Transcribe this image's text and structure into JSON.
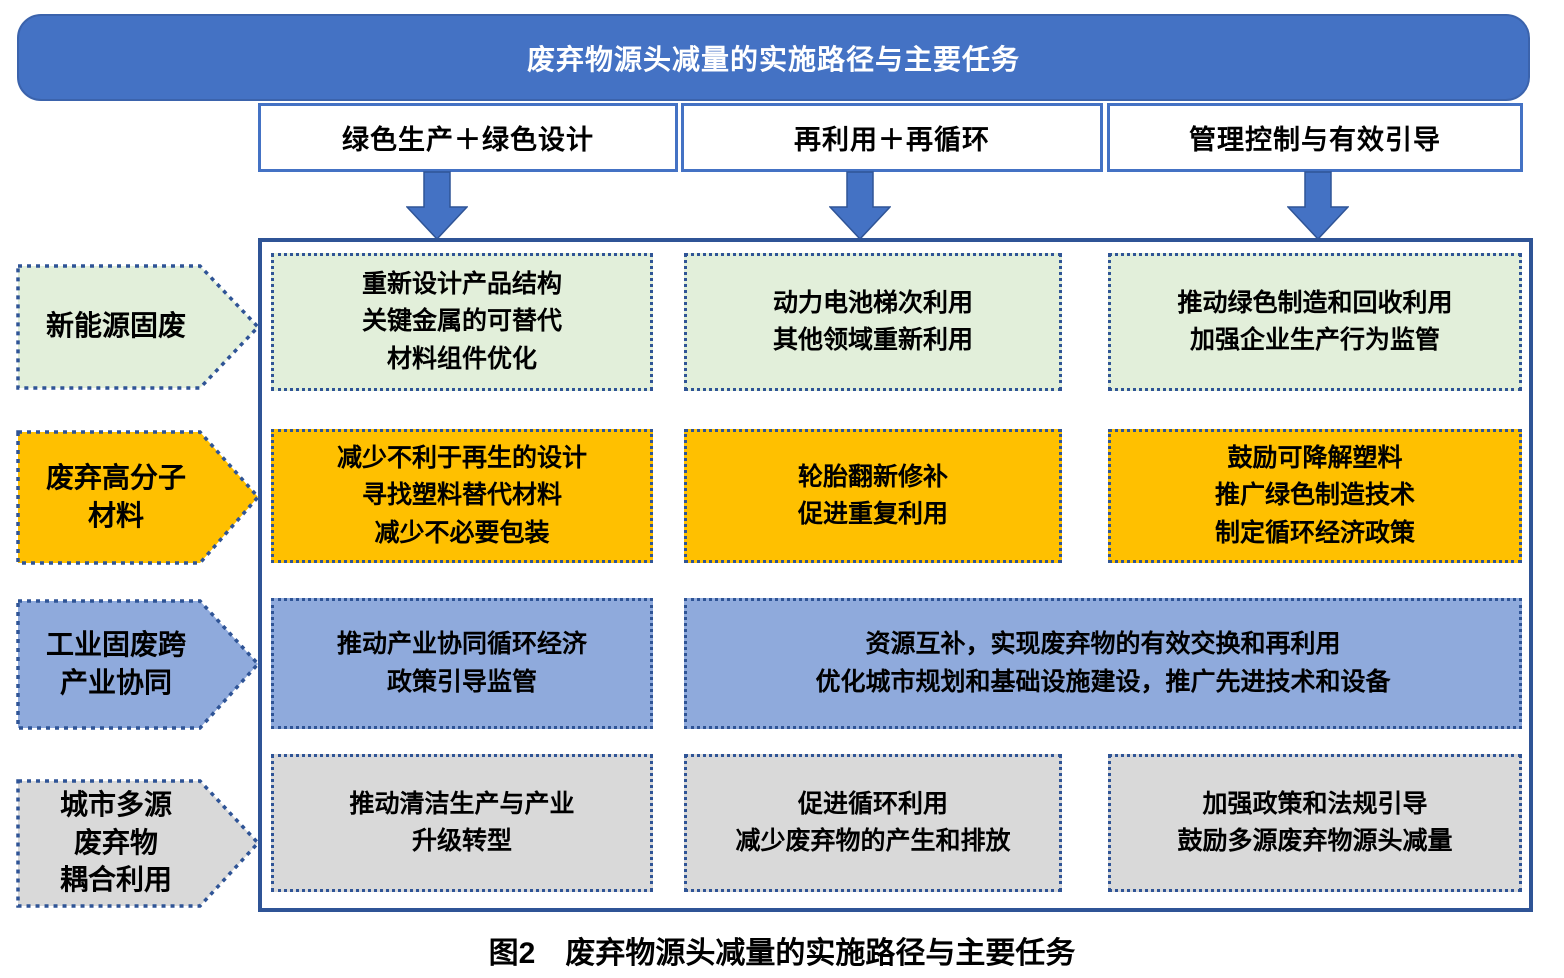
{
  "banner": {
    "title": "废弃物源头减量的实施路径与主要任务"
  },
  "path_headers": [
    {
      "label": "绿色生产＋绿色设计"
    },
    {
      "label": "再利用＋再循环"
    },
    {
      "label": "管理控制与有效引导"
    }
  ],
  "categories": [
    {
      "label": "新能源固废",
      "color": "#e2efda"
    },
    {
      "label": "废弃高分子\n材料",
      "color": "#ffc000"
    },
    {
      "label": "工业固废跨\n产业协同",
      "color": "#8faadc"
    },
    {
      "label": "城市多源\n废弃物\n耦合利用",
      "color": "#d9d9d9"
    }
  ],
  "grid": {
    "rows": [
      {
        "category": "新能源固废",
        "cells": [
          {
            "text": "重新设计产品结构\n关键金属的可替代\n材料组件优化"
          },
          {
            "text": "动力电池梯次利用\n其他领域重新利用"
          },
          {
            "text": "推动绿色制造和回收利用\n加强企业生产行为监管"
          }
        ]
      },
      {
        "category": "废弃高分子材料",
        "cells": [
          {
            "text": "减少不利于再生的设计\n寻找塑料替代材料\n减少不必要包装"
          },
          {
            "text": "轮胎翻新修补\n促进重复利用"
          },
          {
            "text": "鼓励可降解塑料\n推广绿色制造技术\n制定循环经济政策"
          }
        ]
      },
      {
        "category": "工业固废跨产业协同",
        "cells": [
          {
            "text": "推动产业协同循环经济\n政策引导监管"
          },
          {
            "text": "资源互补，实现废弃物的有效交换和再利用\n优化城市规划和基础设施建设，推广先进技术和设备",
            "span": 2
          }
        ]
      },
      {
        "category": "城市多源废弃物耦合利用",
        "cells": [
          {
            "text": "推动清洁生产与产业\n升级转型"
          },
          {
            "text": "促进循环利用\n减少废弃物的产生和排放"
          },
          {
            "text": "加强政策和法规引导\n鼓励多源废弃物源头减量"
          }
        ]
      }
    ]
  },
  "caption": "图2　废弃物源头减量的实施路径与主要任务",
  "colors": {
    "banner_blue": "#4472c4",
    "frame_border_blue": "#2f5496",
    "row_green": "#e2efda",
    "row_orange": "#ffc000",
    "row_blue": "#8faadc",
    "row_gray": "#d9d9d9"
  }
}
